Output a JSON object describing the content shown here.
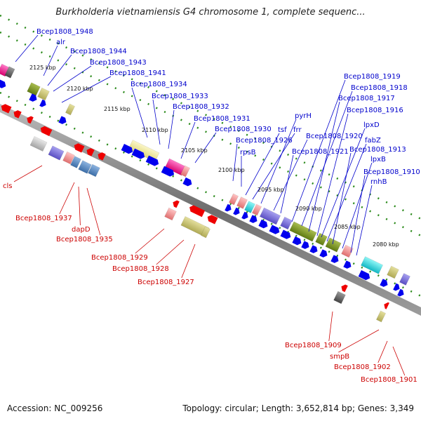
{
  "title": "Burkholderia vietnamiensis G4 chromosome 1, complete sequenc...",
  "footer": {
    "accession": "Accession: NC_009256",
    "topology": "Topology: circular; Length: 3,652,814 bp; Genes: 3,349"
  },
  "colors": {
    "forward_label": "#0000cc",
    "reverse_label": "#cc0000",
    "forward_arrow": "#0000ee",
    "reverse_arrow": "#ee0000",
    "dots": "#2a8a1a",
    "backbone": "#888888"
  },
  "ticks": [
    "2125 kbp",
    "2120 kbp",
    "2115 kbp",
    "2110 kbp",
    "2105 kbp",
    "2100 kbp",
    "2095 kbp",
    "2090 kbp",
    "2085 kbp",
    "2080 kbp"
  ],
  "forward_labels": [
    "Bcep1808_1948",
    "alr",
    "Bcep1808_1944",
    "Bcep1808_1943",
    "Bcep1808_1941",
    "Bcep1808_1934",
    "Bcep1808_1933",
    "Bcep1808_1932",
    "Bcep1808_1931",
    "Bcep1808_1930",
    "Bcep1808_1926",
    "rpsB",
    "tsf",
    "frr",
    "pyrH",
    "Bcep1808_1921",
    "Bcep1808_1920",
    "Bcep1808_1919",
    "Bcep1808_1918",
    "Bcep1808_1917",
    "Bcep1808_1916",
    "lpxD",
    "fabZ",
    "Bcep1808_1913",
    "lpxB",
    "Bcep1808_1910",
    "rnhB"
  ],
  "reverse_labels": [
    "cls",
    "Bcep1808_1937",
    "dapD",
    "Bcep1808_1935",
    "Bcep1808_1929",
    "Bcep1808_1928",
    "Bcep1808_1927",
    "Bcep1808_1909",
    "smpB",
    "Bcep1808_1902",
    "Bcep1808_1901"
  ]
}
